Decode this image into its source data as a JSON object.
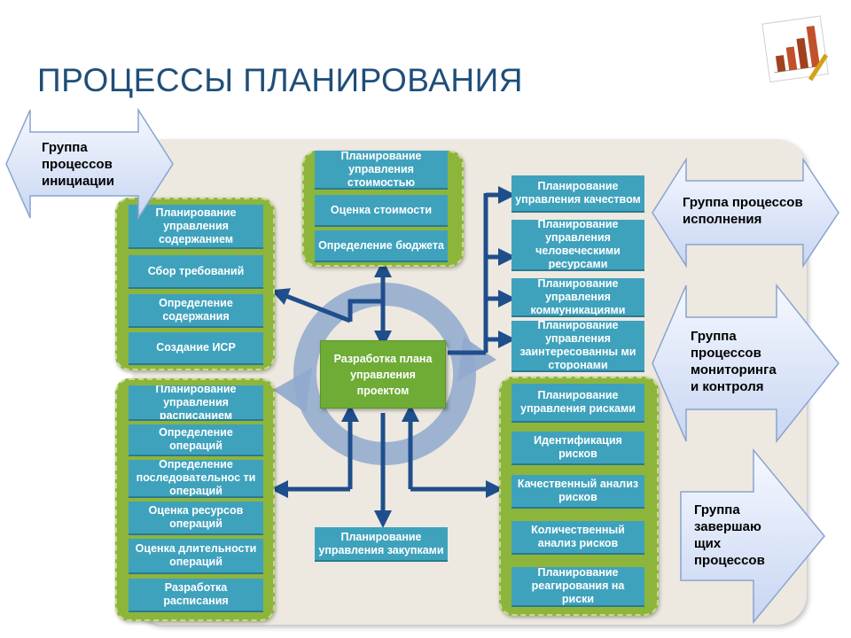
{
  "title": "ПРОЦЕССЫ ПЛАНИРОВАНИЯ",
  "colors": {
    "box": "#3fa2bd",
    "group": "#8db53c",
    "center": "#6eac36",
    "arrow": "#1f4e8c",
    "cycle": "#8fa9cc"
  },
  "left_arrow": {
    "label": "Группа процессов инициации"
  },
  "right_arrows": {
    "execution": "Группа процессов исполнения",
    "monitoring": "Группа процессов мониторинга и контроля",
    "closing": "Группа завершаю щих процессов"
  },
  "center": {
    "label": "Разработка плана управления проектом"
  },
  "scope_group": [
    "Планирование управления содержанием",
    "Сбор требований",
    "Определение содержания",
    "Создание ИСР"
  ],
  "cost_group": [
    "Планирование управления стоимостью",
    "Оценка стоимости",
    "Определение бюджета"
  ],
  "schedule_group": [
    "Планирование управления расписанием",
    "Определение операций",
    "Определение последовательнос ти операций",
    "Оценка ресурсов операций",
    "Оценка длительности операций",
    "Разработка расписания"
  ],
  "right_list": [
    "Планирование управления качеством",
    "Планирование управления человеческими ресурсами",
    "Планирование управления коммуникациями",
    "Планирование управления заинтересованны ми сторонами"
  ],
  "risk_group": [
    "Планирование управления рисками",
    "Идентификация рисков",
    "Качественный анализ рисков",
    "Количественный анализ рисков",
    "Планирование реагирования на риски"
  ],
  "procurement": "Планирование управления закупками"
}
